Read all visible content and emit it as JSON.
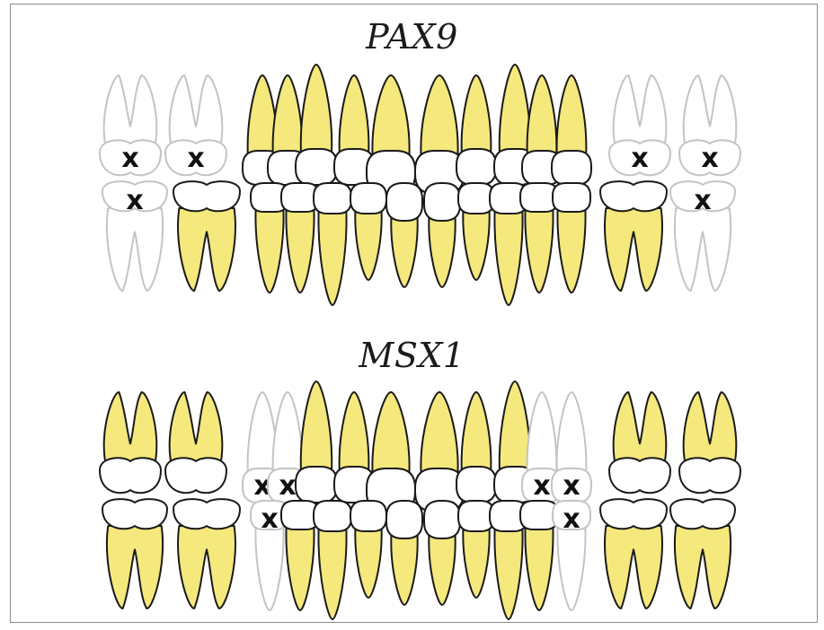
{
  "panels": [
    {
      "title": "PAX9",
      "teeth": [
        {
          "jaw": "upper",
          "type": "molar",
          "missing": true
        },
        {
          "jaw": "upper",
          "type": "molar",
          "missing": true
        },
        {
          "jaw": "upper",
          "type": "premolar",
          "missing": false
        },
        {
          "jaw": "upper",
          "type": "premolar",
          "missing": false
        },
        {
          "jaw": "upper",
          "type": "canine",
          "missing": false
        },
        {
          "jaw": "upper",
          "type": "lateral",
          "missing": false
        },
        {
          "jaw": "upper",
          "type": "central",
          "missing": false
        },
        {
          "jaw": "upper",
          "type": "central",
          "missing": false
        },
        {
          "jaw": "upper",
          "type": "lateral",
          "missing": false
        },
        {
          "jaw": "upper",
          "type": "canine",
          "missing": false
        },
        {
          "jaw": "upper",
          "type": "premolar",
          "missing": false
        },
        {
          "jaw": "upper",
          "type": "premolar",
          "missing": false
        },
        {
          "jaw": "upper",
          "type": "molar",
          "missing": true
        },
        {
          "jaw": "upper",
          "type": "molar",
          "missing": true
        },
        {
          "jaw": "lower",
          "type": "molar",
          "missing": true
        },
        {
          "jaw": "lower",
          "type": "molar",
          "missing": false
        },
        {
          "jaw": "lower",
          "type": "premolar",
          "missing": false
        },
        {
          "jaw": "lower",
          "type": "premolar",
          "missing": false
        },
        {
          "jaw": "lower",
          "type": "canine",
          "missing": false
        },
        {
          "jaw": "lower",
          "type": "lateral",
          "missing": false
        },
        {
          "jaw": "lower",
          "type": "central",
          "missing": false
        },
        {
          "jaw": "lower",
          "type": "central",
          "missing": false
        },
        {
          "jaw": "lower",
          "type": "lateral",
          "missing": false
        },
        {
          "jaw": "lower",
          "type": "canine",
          "missing": false
        },
        {
          "jaw": "lower",
          "type": "premolar",
          "missing": false
        },
        {
          "jaw": "lower",
          "type": "premolar",
          "missing": false
        },
        {
          "jaw": "lower",
          "type": "molar",
          "missing": false
        },
        {
          "jaw": "lower",
          "type": "molar",
          "missing": true
        }
      ]
    },
    {
      "title": "MSX1",
      "teeth": [
        {
          "jaw": "upper",
          "type": "molar",
          "missing": false
        },
        {
          "jaw": "upper",
          "type": "molar",
          "missing": false
        },
        {
          "jaw": "upper",
          "type": "premolar",
          "missing": true
        },
        {
          "jaw": "upper",
          "type": "premolar",
          "missing": true
        },
        {
          "jaw": "upper",
          "type": "canine",
          "missing": false
        },
        {
          "jaw": "upper",
          "type": "lateral",
          "missing": false
        },
        {
          "jaw": "upper",
          "type": "central",
          "missing": false
        },
        {
          "jaw": "upper",
          "type": "central",
          "missing": false
        },
        {
          "jaw": "upper",
          "type": "lateral",
          "missing": false
        },
        {
          "jaw": "upper",
          "type": "canine",
          "missing": false
        },
        {
          "jaw": "upper",
          "type": "premolar",
          "missing": true
        },
        {
          "jaw": "upper",
          "type": "premolar",
          "missing": true
        },
        {
          "jaw": "upper",
          "type": "molar",
          "missing": false
        },
        {
          "jaw": "upper",
          "type": "molar",
          "missing": false
        },
        {
          "jaw": "lower",
          "type": "molar",
          "missing": false
        },
        {
          "jaw": "lower",
          "type": "molar",
          "missing": false
        },
        {
          "jaw": "lower",
          "type": "premolar",
          "missing": true
        },
        {
          "jaw": "lower",
          "type": "premolar",
          "missing": false
        },
        {
          "jaw": "lower",
          "type": "canine",
          "missing": false
        },
        {
          "jaw": "lower",
          "type": "lateral",
          "missing": false
        },
        {
          "jaw": "lower",
          "type": "central",
          "missing": false
        },
        {
          "jaw": "lower",
          "type": "central",
          "missing": false
        },
        {
          "jaw": "lower",
          "type": "lateral",
          "missing": false
        },
        {
          "jaw": "lower",
          "type": "canine",
          "missing": false
        },
        {
          "jaw": "lower",
          "type": "premolar",
          "missing": false
        },
        {
          "jaw": "lower",
          "type": "premolar",
          "missing": true
        },
        {
          "jaw": "lower",
          "type": "molar",
          "missing": false
        },
        {
          "jaw": "lower",
          "type": "molar",
          "missing": false
        }
      ]
    }
  ],
  "missing_marker": "x",
  "colors": {
    "present_root": "#f5e87c",
    "present_outline": "#1a1a1a",
    "missing_outline": "#c4c4c4",
    "crown": "#ffffff",
    "frame": "#8c8c8c"
  }
}
